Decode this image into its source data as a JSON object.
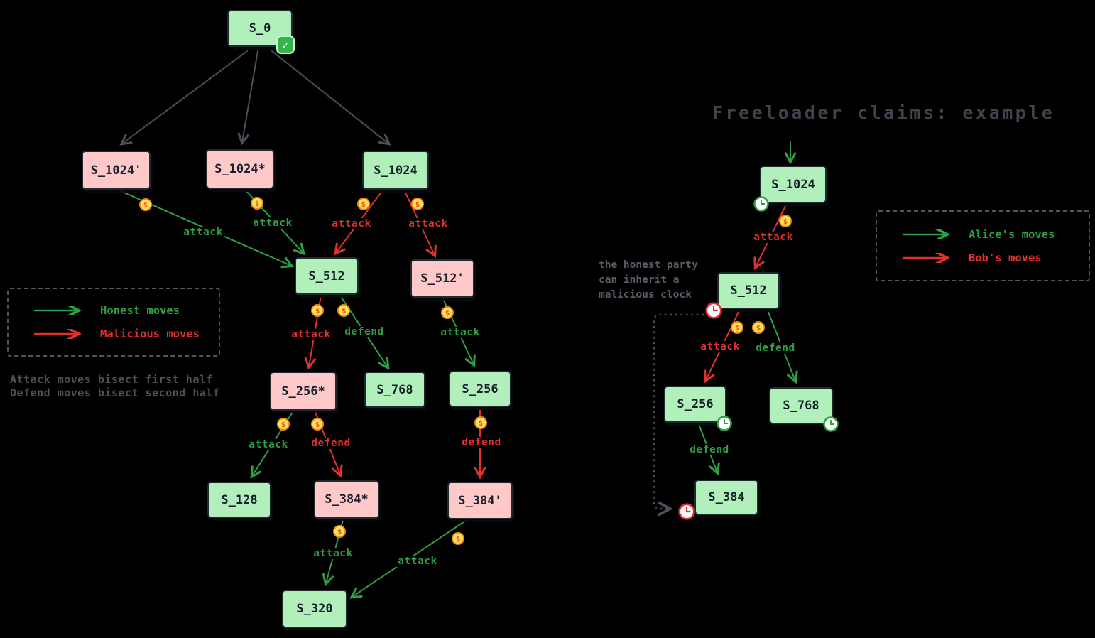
{
  "icons": {
    "coin": "$",
    "check": "✓"
  },
  "left": {
    "nodes": {
      "s0": "S_0",
      "s1024p": "S_1024'",
      "s1024s": "S_1024*",
      "s1024": "S_1024",
      "s512": "S_512",
      "s512p": "S_512'",
      "s256s": "S_256*",
      "s768": "S_768",
      "s256": "S_256",
      "s128": "S_128",
      "s384s": "S_384*",
      "s384p": "S_384'",
      "s320": "S_320"
    },
    "edges": {
      "e1": "attack",
      "e2": "attack",
      "e3": "attack",
      "e4": "attack",
      "e5": "attack",
      "e6": "defend",
      "e7": "attack",
      "e8": "attack",
      "e9": "defend",
      "e10": "defend",
      "e11": "attack",
      "e12": "attack"
    },
    "legend": {
      "honest": "Honest moves",
      "malicious": "Malicious moves"
    },
    "notes": {
      "line1": "Attack moves bisect first half",
      "line2": "Defend moves bisect second half"
    }
  },
  "right": {
    "title": "Freeloader claims: example",
    "nodes": {
      "s1024": "S_1024",
      "s512": "S_512",
      "s256": "S_256",
      "s768": "S_768",
      "s384": "S_384"
    },
    "edges": {
      "r1": "attack",
      "r2": "attack",
      "r3": "defend",
      "r4": "defend"
    },
    "legend": {
      "alice": "Alice's moves",
      "bob": "Bob's moves"
    },
    "annotation": {
      "line1": "the honest party",
      "line2": "can inherit a",
      "line3": "malicious clock"
    }
  },
  "colors": {
    "honest_green": "#2f9e44",
    "malicious_red": "#e03131",
    "node_green": "#b1f0ba",
    "node_pink": "#ffc9c9",
    "coin_orange": "#f08c00",
    "background": "#000000"
  }
}
